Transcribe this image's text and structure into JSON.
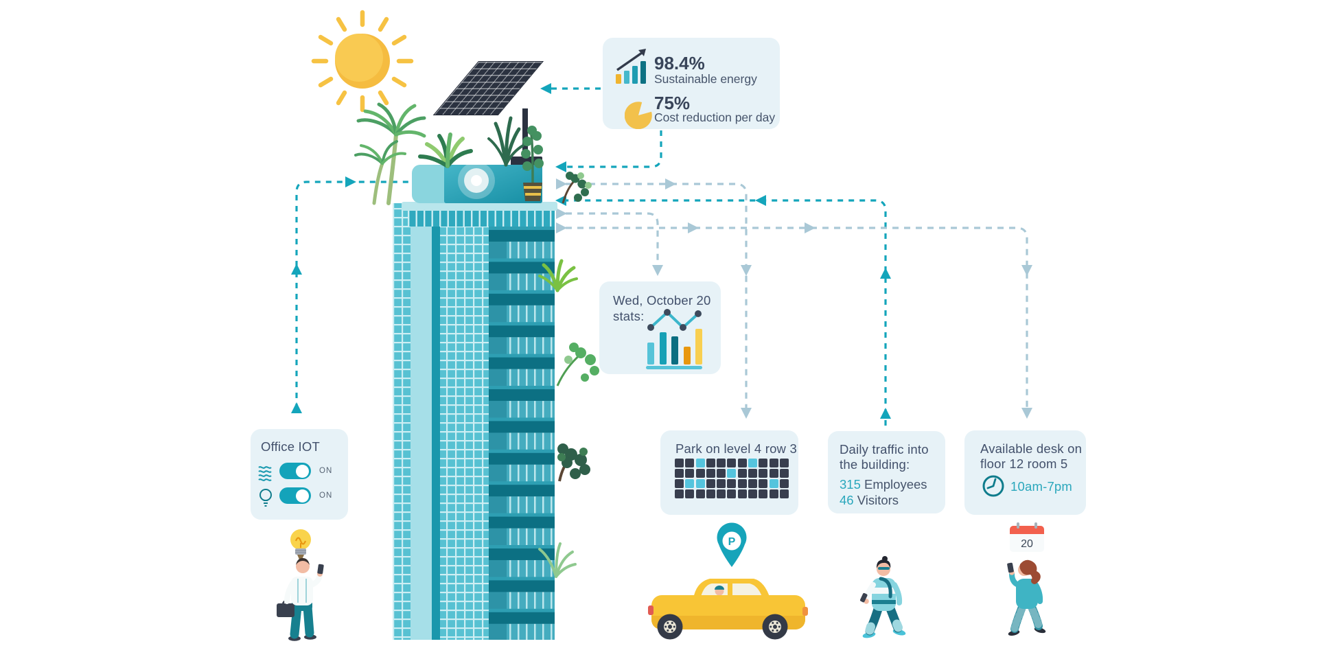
{
  "colors": {
    "accent_teal": "#14A3BA",
    "connector_teal": "#14A5BB",
    "connector_gray": "#A9C8D6",
    "card_bg": "#E7F2F7",
    "text_dark": "#42506B",
    "text_teal": "#2AA7BC",
    "building_teal": "#57C1D2",
    "balcony_teal": "#0C7083",
    "sun_yellow": "#F6BF44",
    "car_yellow": "#F8C536"
  },
  "icons": {
    "energy": "bar-chart-rising-icon",
    "cost": "pie-chart-icon",
    "air": "air-waves-icon",
    "light": "lightbulb-outline-icon",
    "desk": "clock-icon",
    "pin": "location-pin-icon",
    "calendar": "calendar-icon",
    "idea": "lightbulb-icon"
  },
  "cards": {
    "energy": {
      "value1": "98.4%",
      "label1": "Sustainable energy",
      "value2": "75%",
      "label2": "Cost reduction per day"
    },
    "day_stats": {
      "title_line1": "Wed, October 20",
      "title_line2": "stats:",
      "chart": {
        "type": "bar",
        "note": "decorative unlabeled daily stats chart with trend line",
        "bar_values": [
          32,
          47,
          41,
          26,
          52
        ],
        "bar_colors": [
          "#56C3D8",
          "#17A0B5",
          "#0B6E81",
          "#E8970E",
          "#F8CF50"
        ],
        "line_points": [
          [
            7,
            27
          ],
          [
            31,
            5
          ],
          [
            54,
            27
          ],
          [
            76,
            7
          ]
        ],
        "line_color": "#3CB6CB",
        "dot_color": "#3D4A5C"
      }
    },
    "office_iot": {
      "title": "Office IOT",
      "toggles": [
        {
          "icon": "air-waves-icon",
          "state": "ON",
          "on": true
        },
        {
          "icon": "lightbulb-outline-icon",
          "state": "ON",
          "on": true
        }
      ]
    },
    "parking": {
      "title": "Park on level 4 row 3",
      "grid_rows": [
        "00100001000",
        "00000100000",
        "01100000010",
        "00000000000"
      ],
      "occupied_color": "#383E4E",
      "free_color": "#55C4DD"
    },
    "traffic": {
      "title_line1": "Daily traffic into",
      "title_line2": "the building:",
      "stats": [
        {
          "value": "315",
          "label": "Employees"
        },
        {
          "value": "46",
          "label": "Visitors"
        }
      ]
    },
    "desk": {
      "title_line1": "Available desk on",
      "title_line2": "floor 12 room 5",
      "hours": "10am-7pm"
    }
  },
  "labels": {
    "calendar_day": "20",
    "parking_pin": "P"
  }
}
